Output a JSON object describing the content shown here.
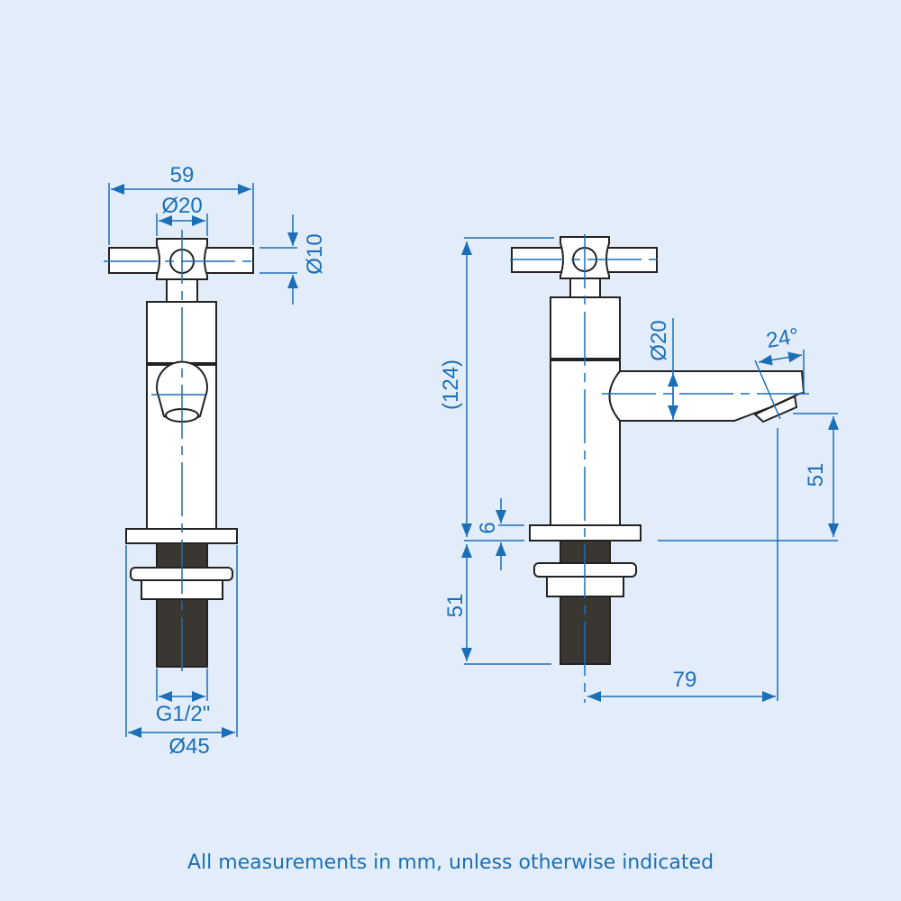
{
  "title": "Tap dimension drawing",
  "front_view": {
    "overall_width": "59",
    "hub_diameter": "Ø20",
    "handle_diameter": "Ø10",
    "thread": "G1/2\"",
    "base_diameter": "Ø45"
  },
  "side_view": {
    "overall_height": "(124)",
    "base_thickness": "6",
    "tail_length": "51",
    "spout_height": "51",
    "spout_reach": "79",
    "spout_diameter": "Ø20",
    "spout_angle": "24°"
  },
  "footer_note": "All measurements in mm, unless otherwise indicated",
  "colors": {
    "background": "#e3edf9",
    "dimension": "#1a6fb8",
    "outline": "#222222"
  }
}
